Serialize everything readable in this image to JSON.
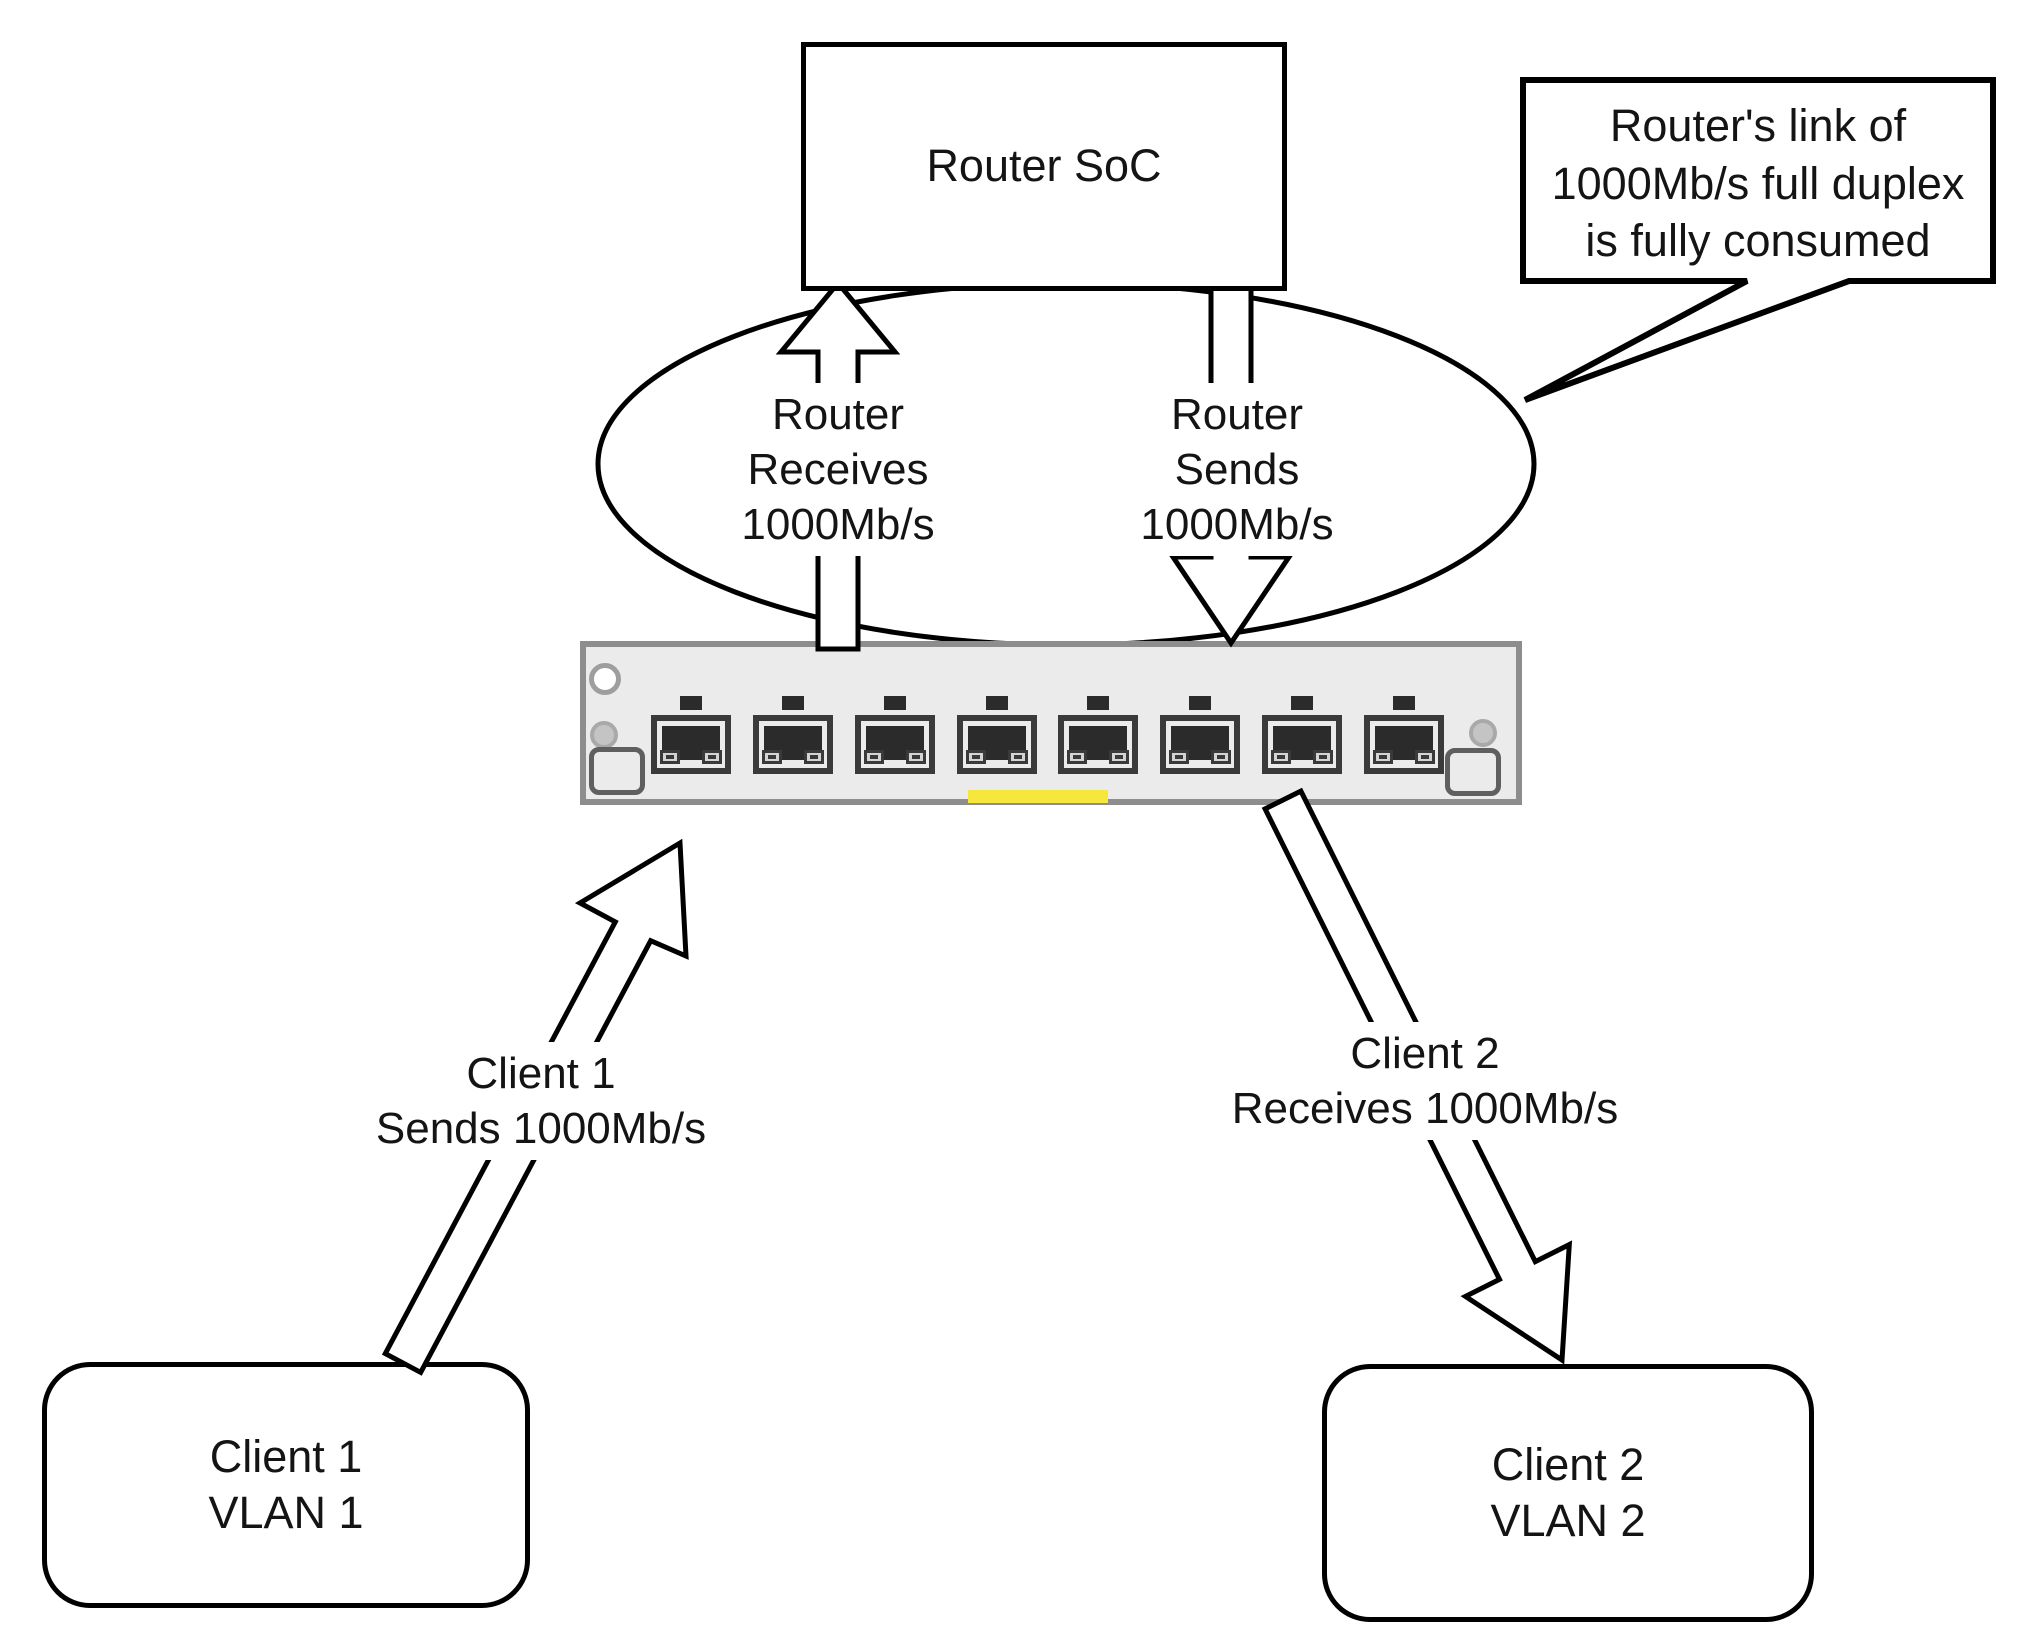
{
  "nodes": {
    "router_soc": "Router SoC",
    "client1": "Client 1\nVLAN 1",
    "client2": "Client 2\nVLAN 2"
  },
  "callout": {
    "text": "Router's link of\n1000Mb/s full duplex\nis fully consumed"
  },
  "flow_labels": {
    "router_receives": "Router\nReceives\n1000Mb/s",
    "router_sends": "Router\nSends\n1000Mb/s",
    "client1_sends": "Client 1\nSends 1000Mb/s",
    "client2_receives": "Client 2\nReceives 1000Mb/s"
  },
  "switch": {
    "ports_count": 8,
    "highlight_color": "#f6e73c"
  },
  "colors": {
    "line": "#000000",
    "background": "#ffffff",
    "panel_fill": "#ebebeb",
    "panel_border": "#8d8d8d",
    "port_dark": "#2b2b2b",
    "highlight": "#f6e73c"
  }
}
